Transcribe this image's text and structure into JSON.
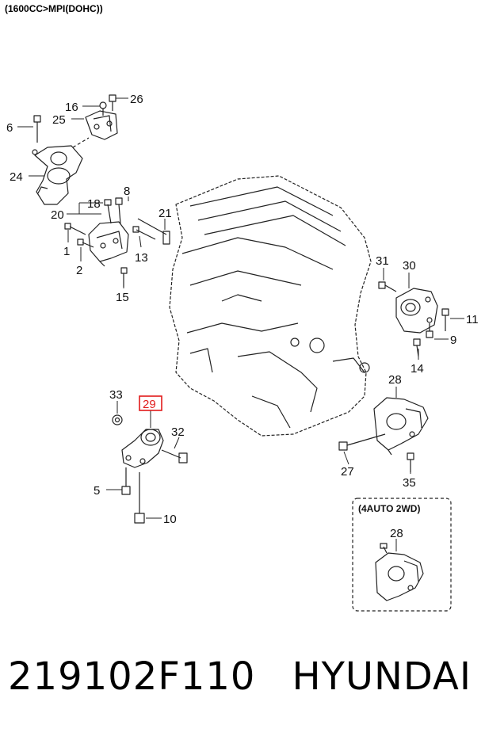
{
  "header": {
    "variant": "(1600CC>MPI(DOHC))"
  },
  "inset": {
    "title": "(4AUTO 2WD)",
    "part": "28"
  },
  "highlight": {
    "part": "29",
    "color": "#e11b1b"
  },
  "labels": {
    "l1": "1",
    "l2": "2",
    "l5": "5",
    "l6": "6",
    "l8": "8",
    "l9": "9",
    "l10": "10",
    "l11": "11",
    "l13": "13",
    "l14": "14",
    "l15": "15",
    "l16": "16",
    "l18": "18",
    "l20": "20",
    "l21": "21",
    "l24": "24",
    "l25": "25",
    "l26": "26",
    "l27": "27",
    "l28": "28",
    "l29": "29",
    "l30": "30",
    "l31": "31",
    "l32": "32",
    "l33": "33",
    "l35": "35"
  },
  "footer": {
    "part_number": "219102F110",
    "brand": "HYUNDAI"
  }
}
